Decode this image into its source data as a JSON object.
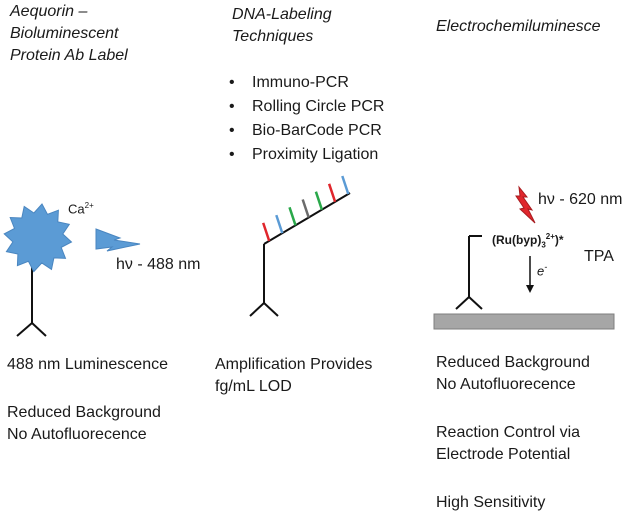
{
  "columns": [
    {
      "title": "Aequorin –\nBioluminescent\nProtein Ab Label",
      "ion": "Ca",
      "ion_charge": "2+",
      "emission": "hν - 488 nm",
      "caption_1": "488 nm Luminescence",
      "caption_2": "Reduced Background\nNo Autofluorecence"
    },
    {
      "title": "DNA-Labeling\nTechniques",
      "bullets": [
        "Immuno-PCR",
        "Rolling Circle PCR",
        "Bio-BarCode PCR",
        "Proximity Ligation"
      ],
      "tag_colors": [
        "#e0262c",
        "#5b9bd5",
        "#2aa84a",
        "#6b6b6b",
        "#2aa84a",
        "#e0262c",
        "#5b9bd5"
      ],
      "caption_1": "Amplification Provides\nfg/mL LOD"
    },
    {
      "title": "Electrochemiluminesce",
      "emission": "hν - 620 nm",
      "complex_main": "(Ru(byp)",
      "complex_sub": "3",
      "complex_sup": "2+",
      "complex_tail": ")*",
      "reagent": "TPA",
      "electron": "e",
      "electron_charge": "-",
      "caption_1": "Reduced Background\nNo Autofluorecence",
      "caption_2": "Reaction Control via\nElectrode Potential",
      "caption_3": "High Sensitivity"
    }
  ],
  "colors": {
    "aequorin": "#5b9bd5",
    "flash_red": "#e0262c",
    "electrode": "#a6a6a6"
  }
}
